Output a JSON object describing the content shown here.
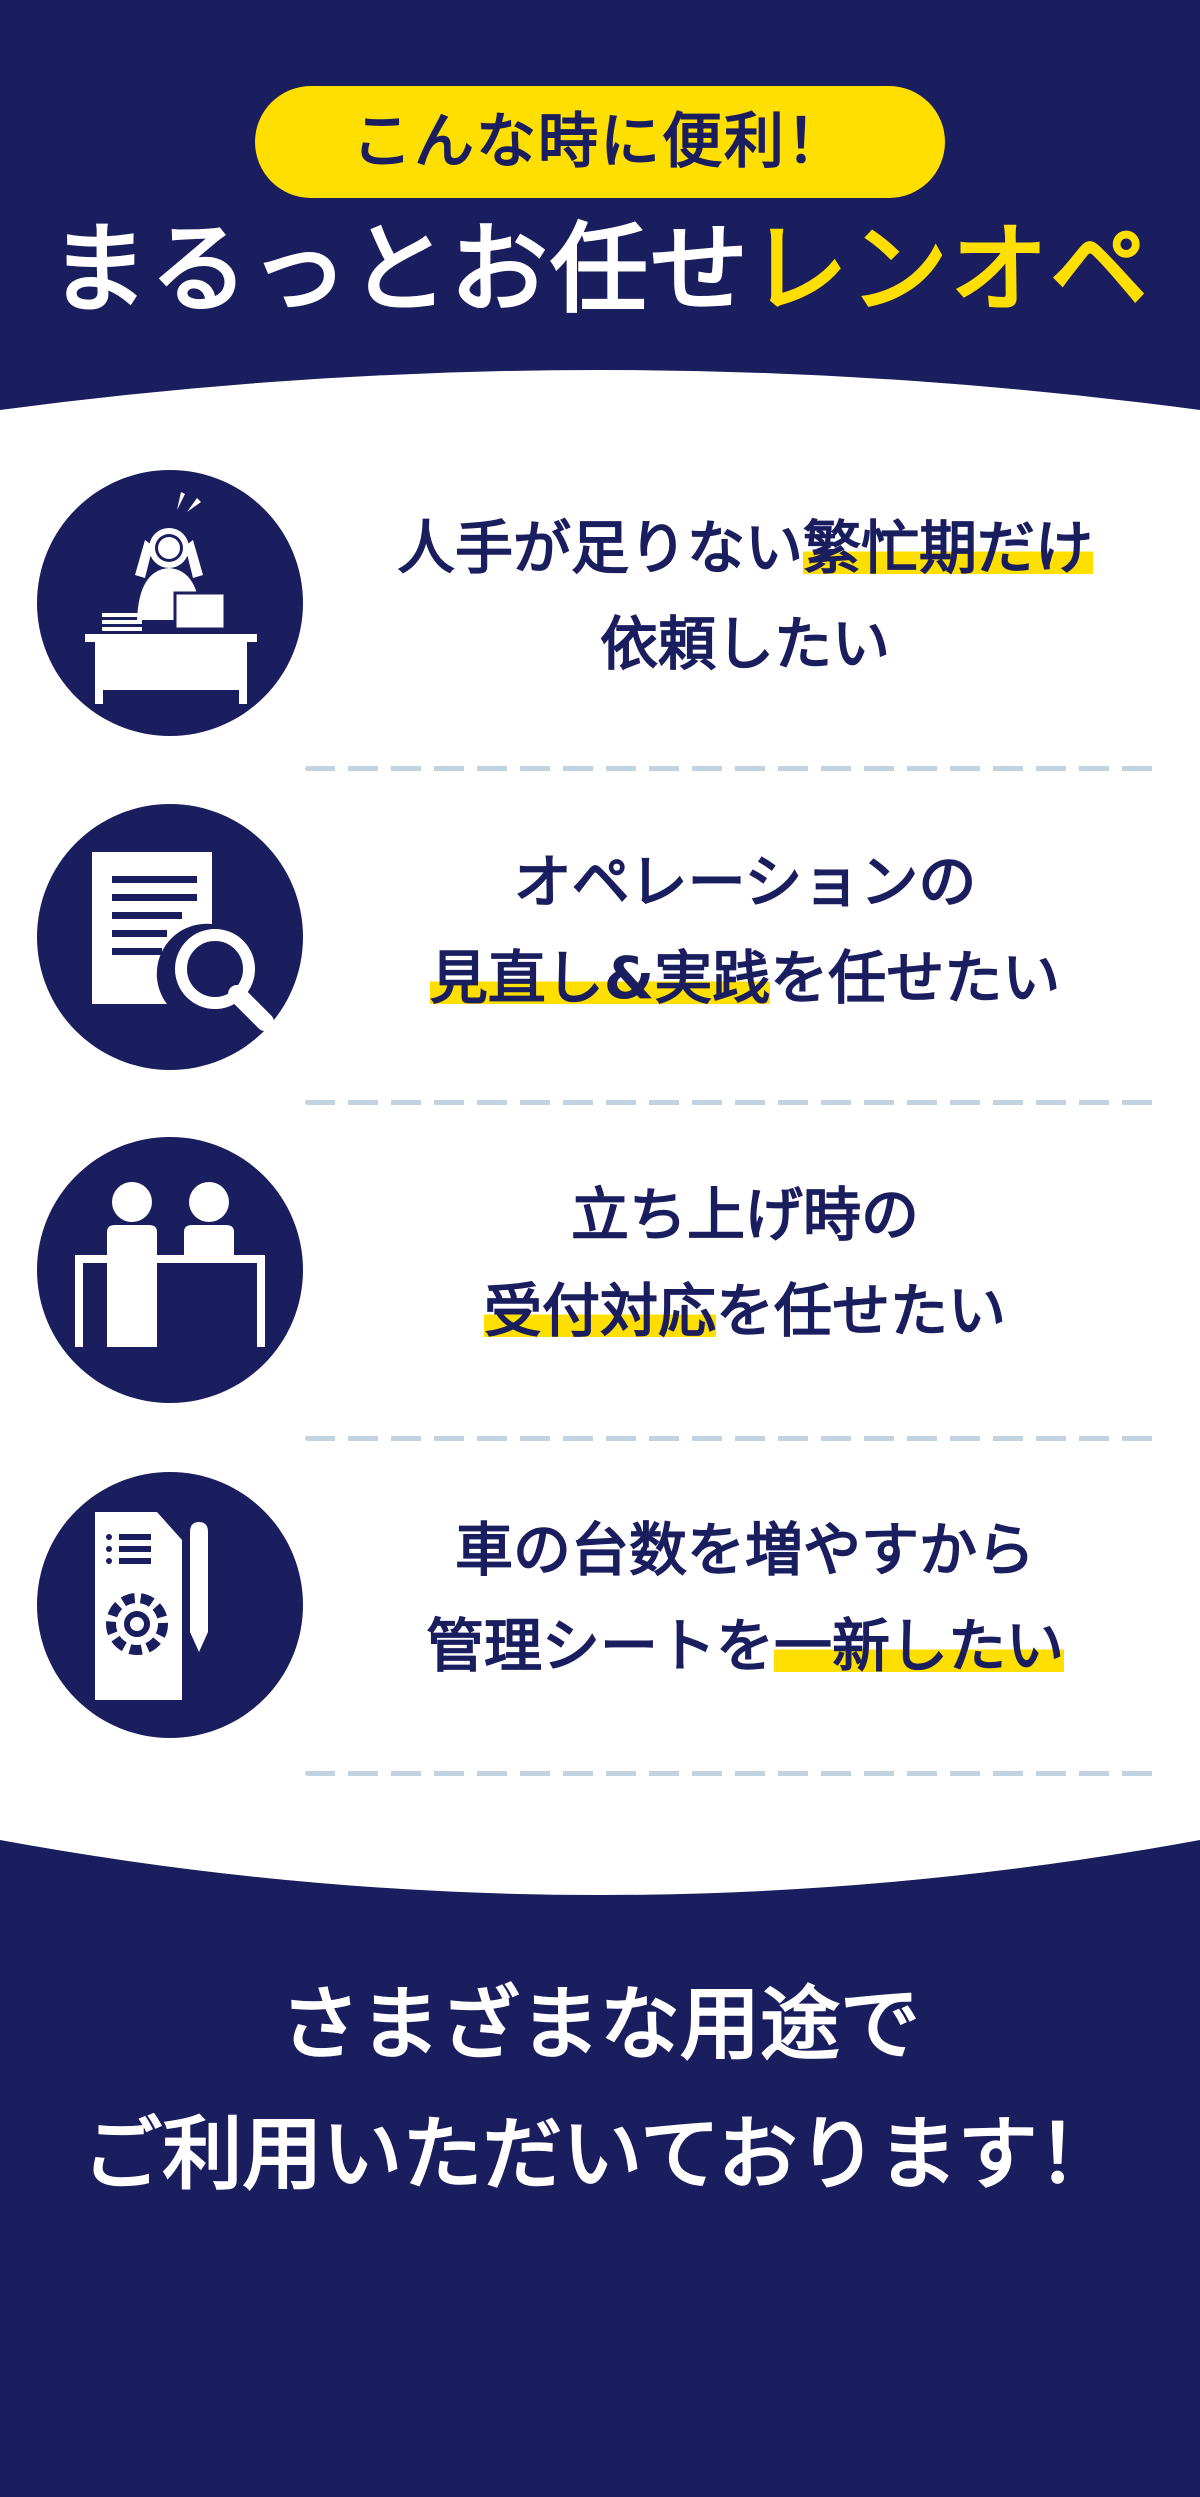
{
  "colors": {
    "navy": "#1a1d5e",
    "yellow": "#ffdf00",
    "white": "#ffffff",
    "dash": "#c3d2e0"
  },
  "header": {
    "badge": "こんな時に便利！",
    "title_main": "まるっとお任せ",
    "title_accent": "レンオペ"
  },
  "items": [
    {
      "icon": "stressed-worker-icon",
      "lines": [
        [
          {
            "t": "人手が足りない",
            "hl": false
          },
          {
            "t": "繁忙期だけ",
            "hl": true
          }
        ],
        [
          {
            "t": "依頼したい",
            "hl": false
          }
        ]
      ]
    },
    {
      "icon": "document-search-icon",
      "lines": [
        [
          {
            "t": "オペレーションの",
            "hl": false
          }
        ],
        [
          {
            "t": "見直し&実践",
            "hl": true
          },
          {
            "t": "を任せたい",
            "hl": false
          }
        ]
      ]
    },
    {
      "icon": "reception-desk-icon",
      "lines": [
        [
          {
            "t": "立ち上げ時の",
            "hl": false
          }
        ],
        [
          {
            "t": "受付対応",
            "hl": true
          },
          {
            "t": "を任せたい",
            "hl": false
          }
        ]
      ]
    },
    {
      "icon": "document-settings-icon",
      "lines": [
        [
          {
            "t": "車の台数を増やすから",
            "hl": false
          }
        ],
        [
          {
            "t": "管理シートを",
            "hl": false
          },
          {
            "t": "一新したい",
            "hl": true
          }
        ]
      ]
    }
  ],
  "footer": {
    "line1": "さまざまな用途で",
    "line2": "ご利用いただいております！"
  }
}
